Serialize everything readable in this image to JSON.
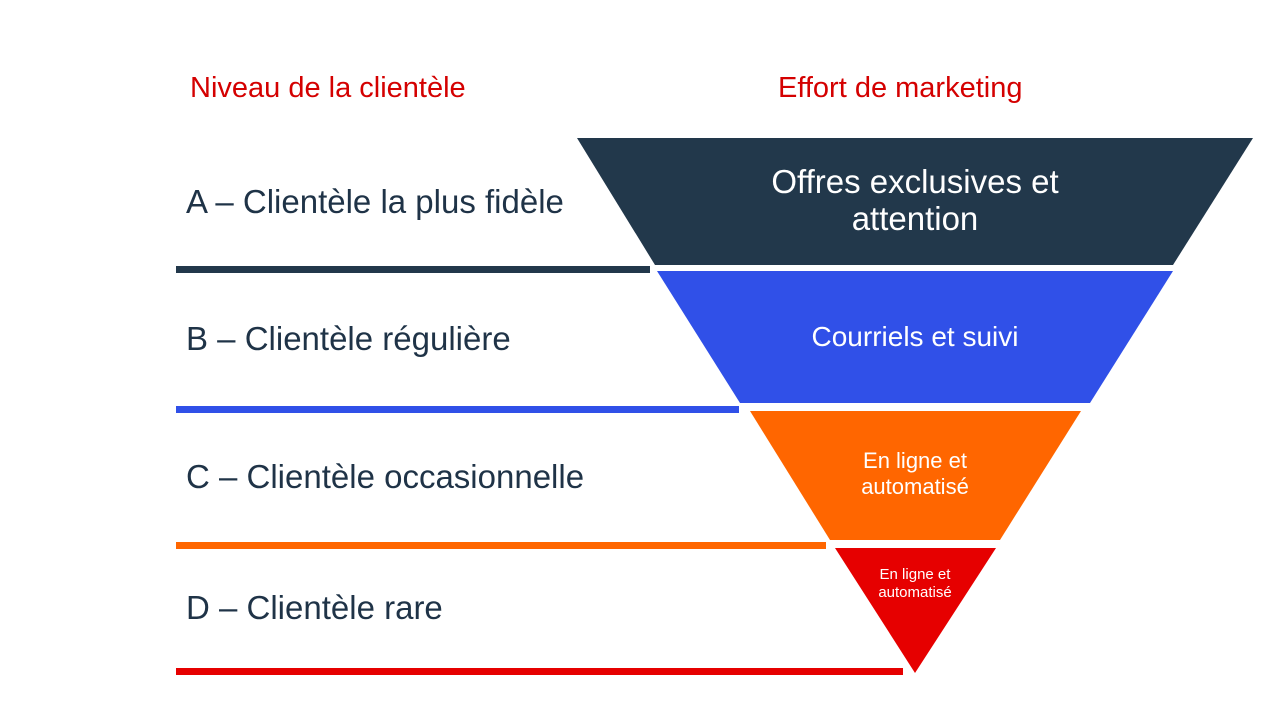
{
  "headers": {
    "levels": "Niveau de la clientèle",
    "effort": "Effort de marketing"
  },
  "levels": [
    {
      "label": "A – Clientèle la plus fidèle",
      "effort_line1": "Offres exclusives et",
      "effort_line2": "attention",
      "color": "#22384b"
    },
    {
      "label": "B – Clientèle régulière",
      "effort_line1": "Courriels et suivi",
      "effort_line2": "",
      "color": "#3050e8"
    },
    {
      "label": "C – Clientèle occasionnelle",
      "effort_line1": "En ligne et",
      "effort_line2": "automatisé",
      "color": "#ff6600"
    },
    {
      "label": "D – Clientèle rare",
      "effort_line1": "En ligne et",
      "effort_line2": "automatisé",
      "color": "#e60000"
    }
  ]
}
